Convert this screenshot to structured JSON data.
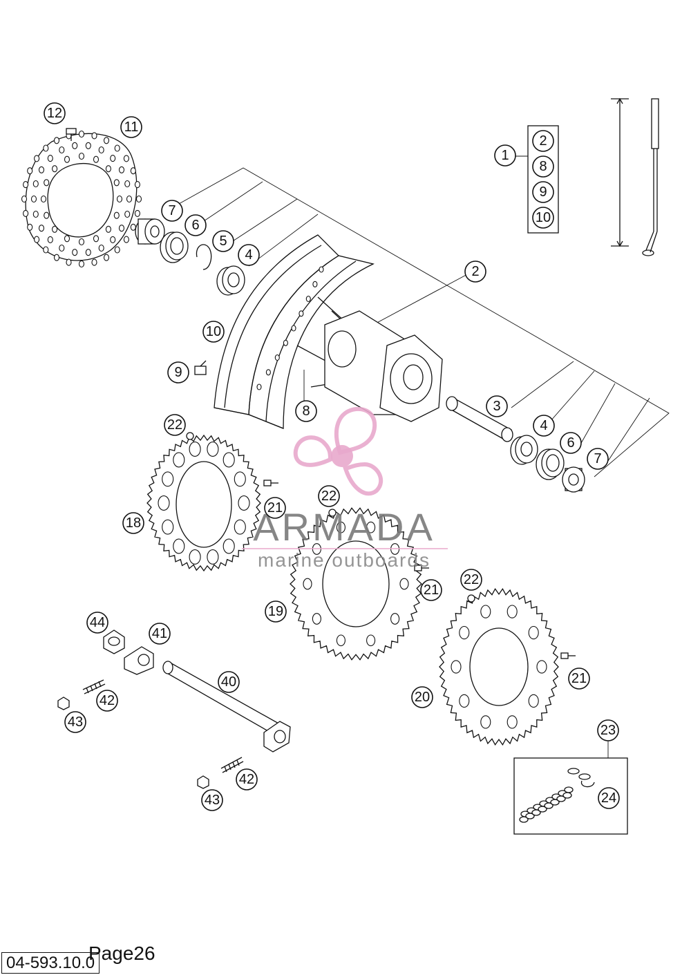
{
  "callouts": [
    {
      "id": "c12",
      "label": "12"
    },
    {
      "id": "c11",
      "label": "11"
    },
    {
      "id": "c1",
      "label": "1"
    },
    {
      "id": "c2box",
      "label": "2"
    },
    {
      "id": "c8box",
      "label": "8"
    },
    {
      "id": "c9box",
      "label": "9"
    },
    {
      "id": "c10box",
      "label": "10"
    },
    {
      "id": "c7a",
      "label": "7"
    },
    {
      "id": "c6a",
      "label": "6"
    },
    {
      "id": "c5",
      "label": "5"
    },
    {
      "id": "c4a",
      "label": "4"
    },
    {
      "id": "c2",
      "label": "2"
    },
    {
      "id": "c10",
      "label": "10"
    },
    {
      "id": "c9",
      "label": "9"
    },
    {
      "id": "c8",
      "label": "8"
    },
    {
      "id": "c3",
      "label": "3"
    },
    {
      "id": "c4b",
      "label": "4"
    },
    {
      "id": "c6b",
      "label": "6"
    },
    {
      "id": "c7b",
      "label": "7"
    },
    {
      "id": "c22a",
      "label": "22"
    },
    {
      "id": "c21a",
      "label": "21"
    },
    {
      "id": "c18",
      "label": "18"
    },
    {
      "id": "c22b",
      "label": "22"
    },
    {
      "id": "c21b",
      "label": "21"
    },
    {
      "id": "c19",
      "label": "19"
    },
    {
      "id": "c22c",
      "label": "22"
    },
    {
      "id": "c21c",
      "label": "21"
    },
    {
      "id": "c20",
      "label": "20"
    },
    {
      "id": "c44",
      "label": "44"
    },
    {
      "id": "c41",
      "label": "41"
    },
    {
      "id": "c40",
      "label": "40"
    },
    {
      "id": "c42a",
      "label": "42"
    },
    {
      "id": "c43a",
      "label": "43"
    },
    {
      "id": "c42b",
      "label": "42"
    },
    {
      "id": "c43b",
      "label": "43"
    },
    {
      "id": "c23",
      "label": "23"
    },
    {
      "id": "c24",
      "label": "24"
    }
  ],
  "watermark": {
    "name": "ARMADA",
    "subtitle": "marine outboards",
    "color": "#e8a9cc"
  },
  "footer": {
    "page": "Page26",
    "code": "04-593.10.0"
  }
}
